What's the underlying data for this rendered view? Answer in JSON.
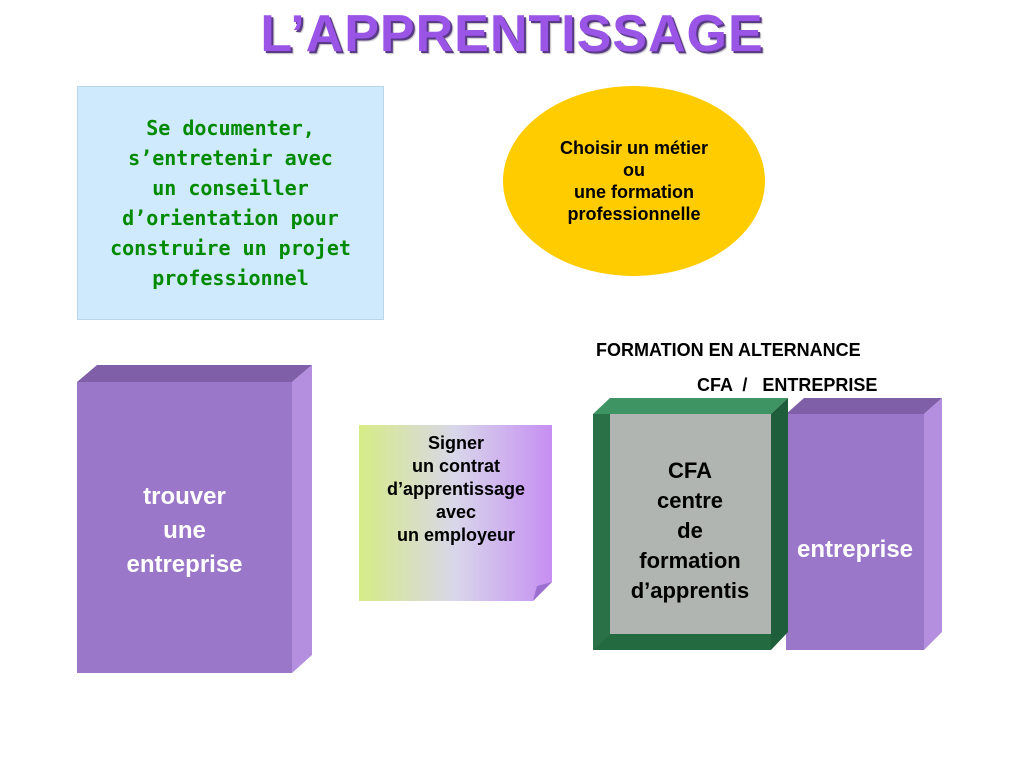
{
  "title": "L’APPRENTISSAGE",
  "info_box": {
    "text": "Se documenter,\ns’entretenir  avec\nun conseiller\n d’orientation pour\nconstruire un projet\nprofessionnel"
  },
  "choice_ellipse": {
    "text": "Choisir un métier\nou\nune formation\nprofessionnelle"
  },
  "alternance": {
    "title": "FORMATION EN ALTERNANCE",
    "subtitle": "CFA  /   ENTREPRISE"
  },
  "find_company_block": {
    "text": "trouver\nune\nentreprise"
  },
  "contract_note": {
    "text": "Signer\nun contrat\nd’apprentissage\navec\nun employeur"
  },
  "cfa_block": {
    "text": "CFA\ncentre\nde\nformation\nd’apprentis"
  },
  "company_block": {
    "text": "entreprise"
  },
  "colors": {
    "title": "#9B55E6",
    "purple_block": "#9B77C9",
    "purple_light": "#B48FE0",
    "green_frame": "#2E7B4F",
    "cfa_grey": "#B1B5B1",
    "info_box_bg": "#CFEAFC",
    "info_text": "#008A00",
    "ellipse": "#FFCC00"
  }
}
